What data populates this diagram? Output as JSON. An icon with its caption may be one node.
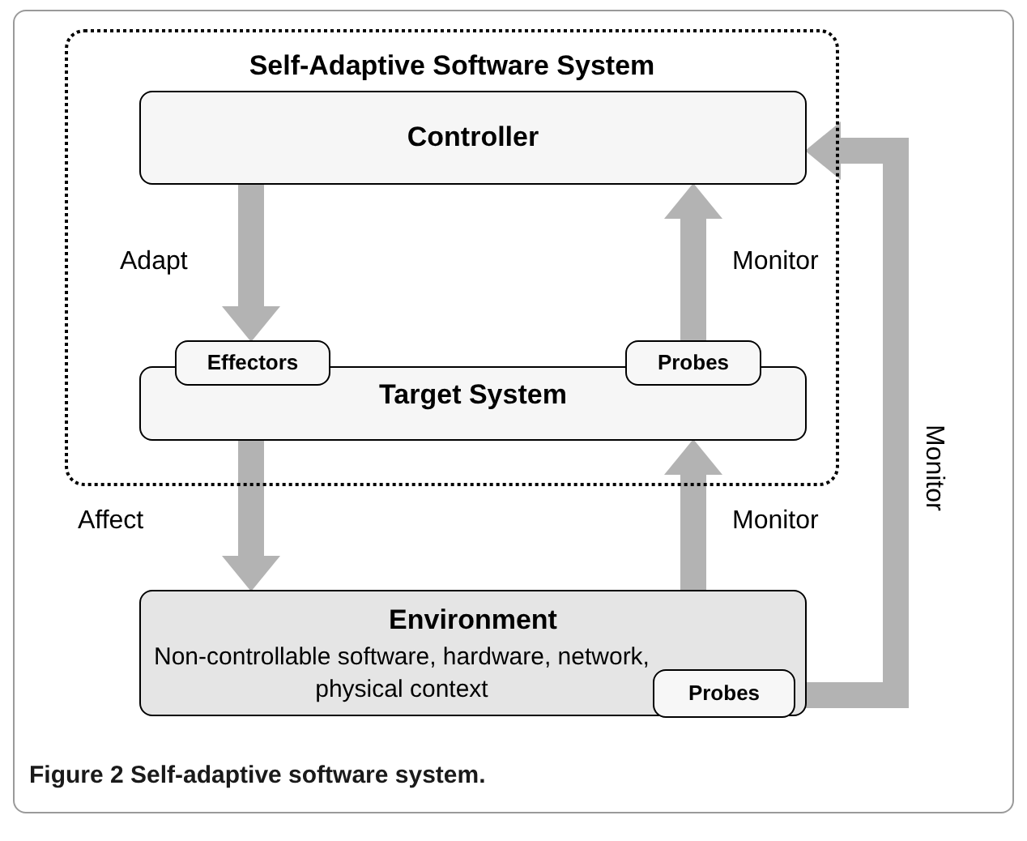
{
  "diagram": {
    "caption": "**Figure 2** Self-adaptive software system.",
    "nodes": [
      {
        "text": [
          "Self-Adaptive Software System"
        ]
      },
      {
        "text": [
          "Controller"
        ],
        "in": 0
      },
      {
        "text": [
          "Target System"
        ],
        "in": 0
      },
      {
        "text": [
          "Effectors"
        ],
        "in": 0
      },
      {
        "text": [
          "Probes"
        ],
        "in": 0
      },
      {
        "text": [
          "Environment",
          "Non-controllable software, hardware, network, physical context"
        ]
      },
      {
        "text": [
          "Probes"
        ],
        "in": 5
      }
    ],
    "edges": [
      {
        "from": 1,
        "to": 3,
        "arrow": "to",
        "label": "Adapt"
      },
      {
        "from": 4,
        "to": 1,
        "arrow": "to",
        "label": "Monitor"
      },
      {
        "from": 2,
        "to": 5,
        "arrow": "to",
        "label": "Affect"
      },
      {
        "from": 5,
        "to": 2,
        "arrow": "to",
        "label": "Monitor"
      },
      {
        "from": 6,
        "to": 1,
        "arrow": "to",
        "label": "Monitor"
      }
    ]
  }
}
